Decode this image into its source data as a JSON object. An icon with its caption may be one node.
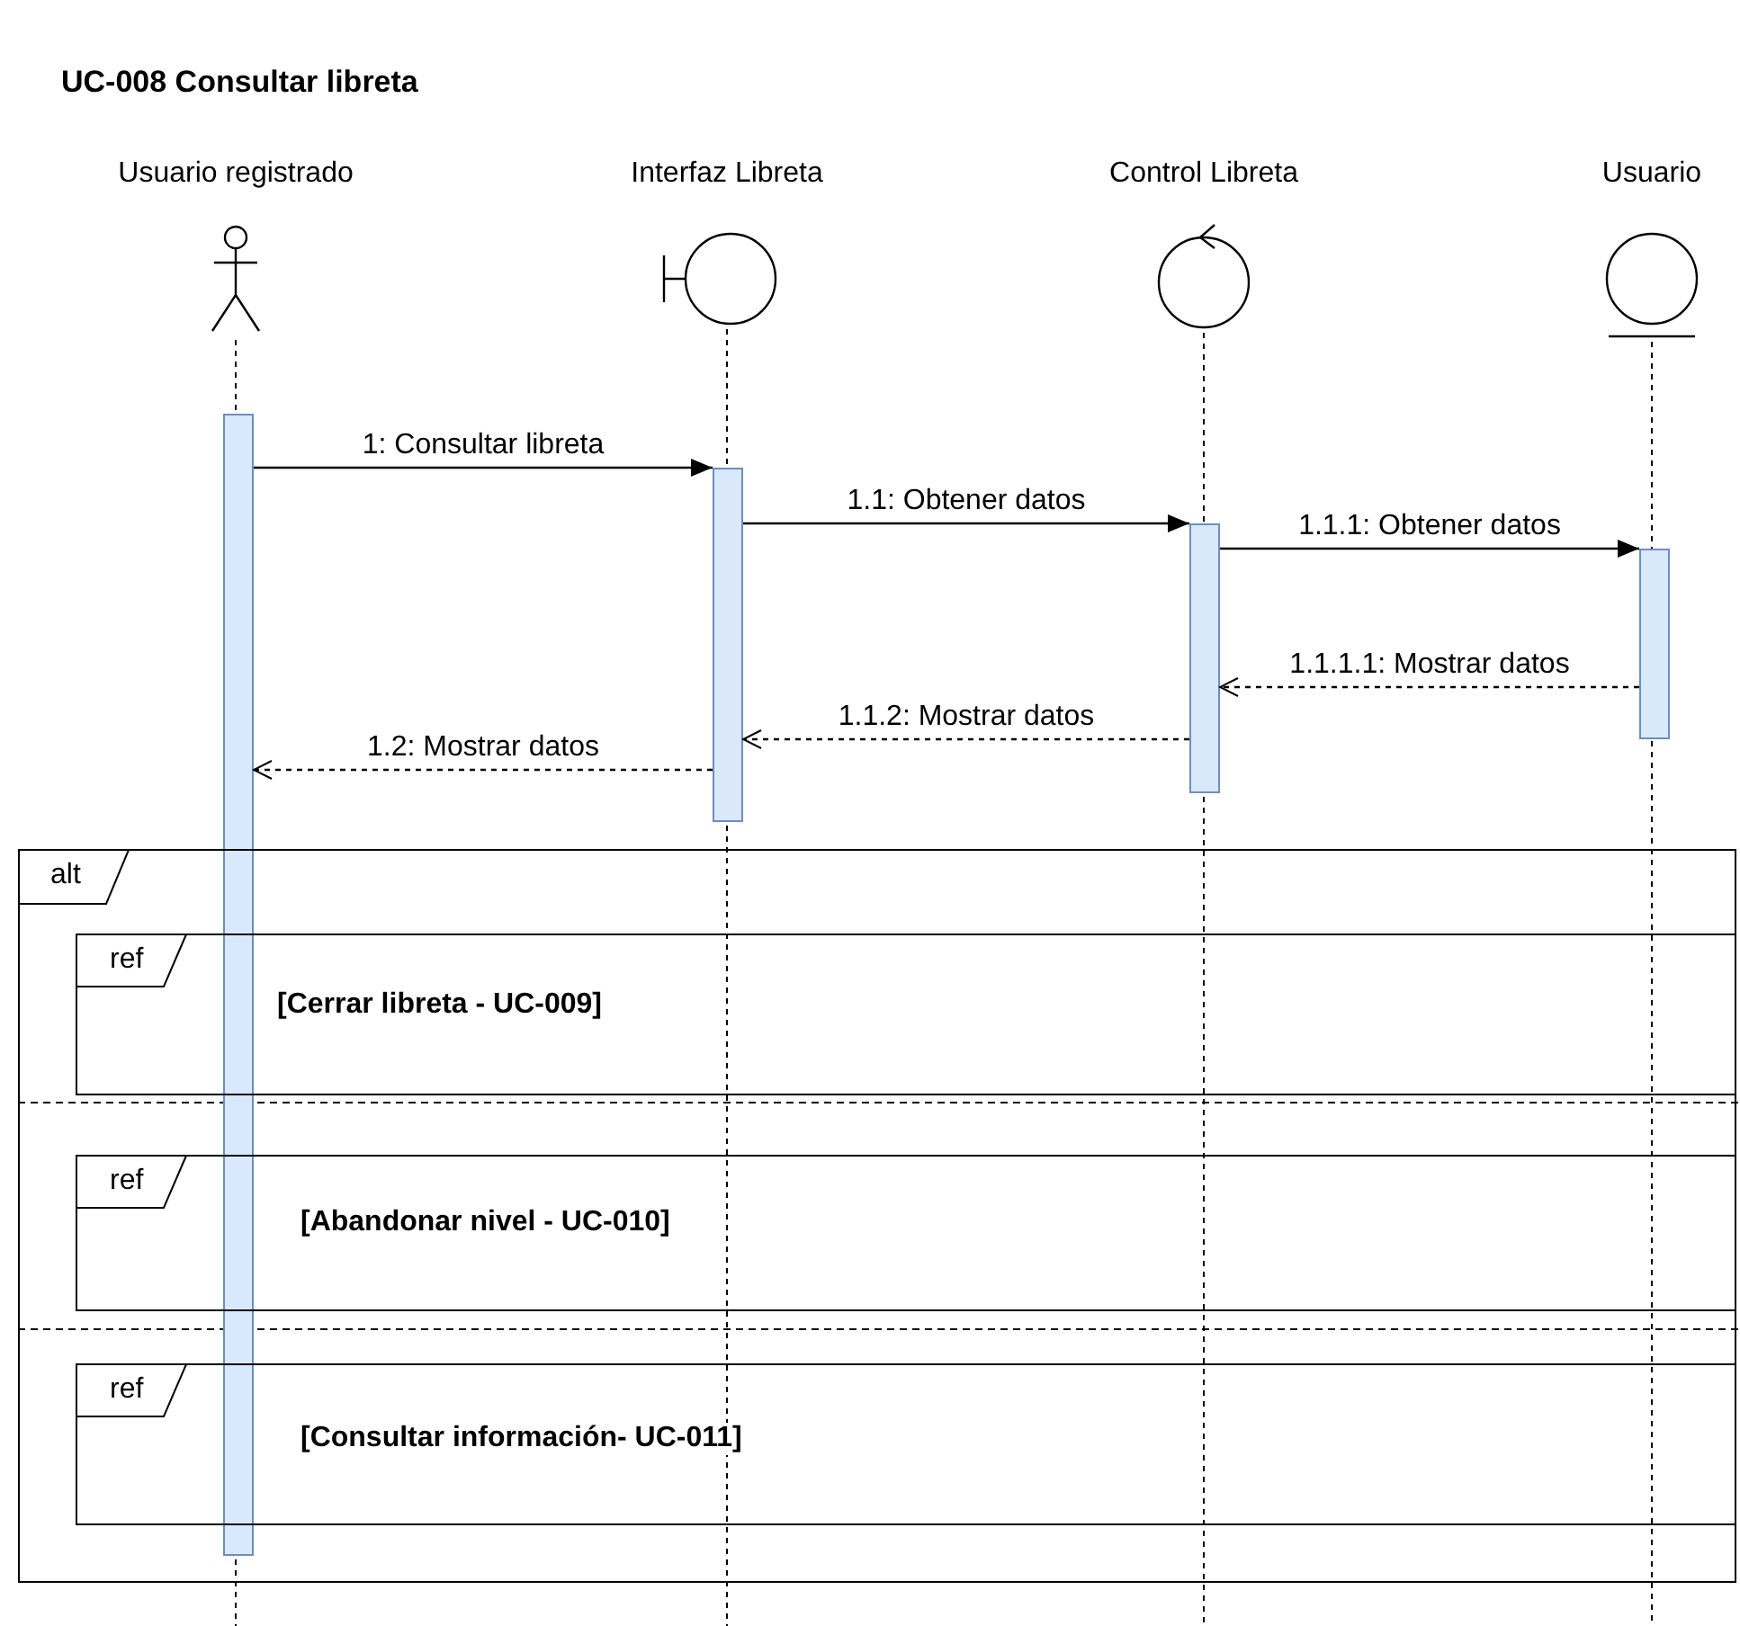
{
  "diagram": {
    "title": "UC-008 Consultar libreta",
    "nodes": [
      {
        "text": [
          "Usuario registrado"
        ]
      },
      {
        "text": [
          "Interfaz Libreta"
        ]
      },
      {
        "text": [
          "Control Libreta"
        ]
      },
      {
        "text": [
          "Usuario"
        ]
      },
      {
        "text": [],
        "shape": "bar"
      },
      {
        "text": [],
        "shape": "bar"
      },
      {
        "text": [],
        "shape": "bar"
      },
      {
        "text": [],
        "shape": "bar"
      },
      {
        "text": [
          "alt"
        ]
      },
      {
        "text": [
          "ref",
          "[Cerrar libreta - UC-009]"
        ],
        "in": 8
      },
      {
        "text": [
          "ref",
          "[Abandonar nivel - UC-010]"
        ],
        "in": 8
      },
      {
        "text": [
          "ref",
          "[Consultar información- UC-011]"
        ],
        "in": 8
      }
    ],
    "edges": [
      {
        "from": 4,
        "to": 5,
        "arrow": "to",
        "label": "1: Consultar libreta"
      },
      {
        "from": 5,
        "to": 6,
        "arrow": "to",
        "label": "1.1: Obtener datos"
      },
      {
        "from": 6,
        "to": 7,
        "arrow": "to",
        "label": "1.1.1: Obtener datos"
      },
      {
        "from": 7,
        "to": 6,
        "arrow": "to",
        "label": "1.1.1.1: Mostrar datos",
        "style": "dashed"
      },
      {
        "from": 6,
        "to": 5,
        "arrow": "to",
        "label": "1.1.2: Mostrar datos",
        "style": "dashed"
      },
      {
        "from": 5,
        "to": 4,
        "arrow": "to",
        "label": "1.2: Mostrar datos",
        "style": "dashed"
      }
    ]
  }
}
